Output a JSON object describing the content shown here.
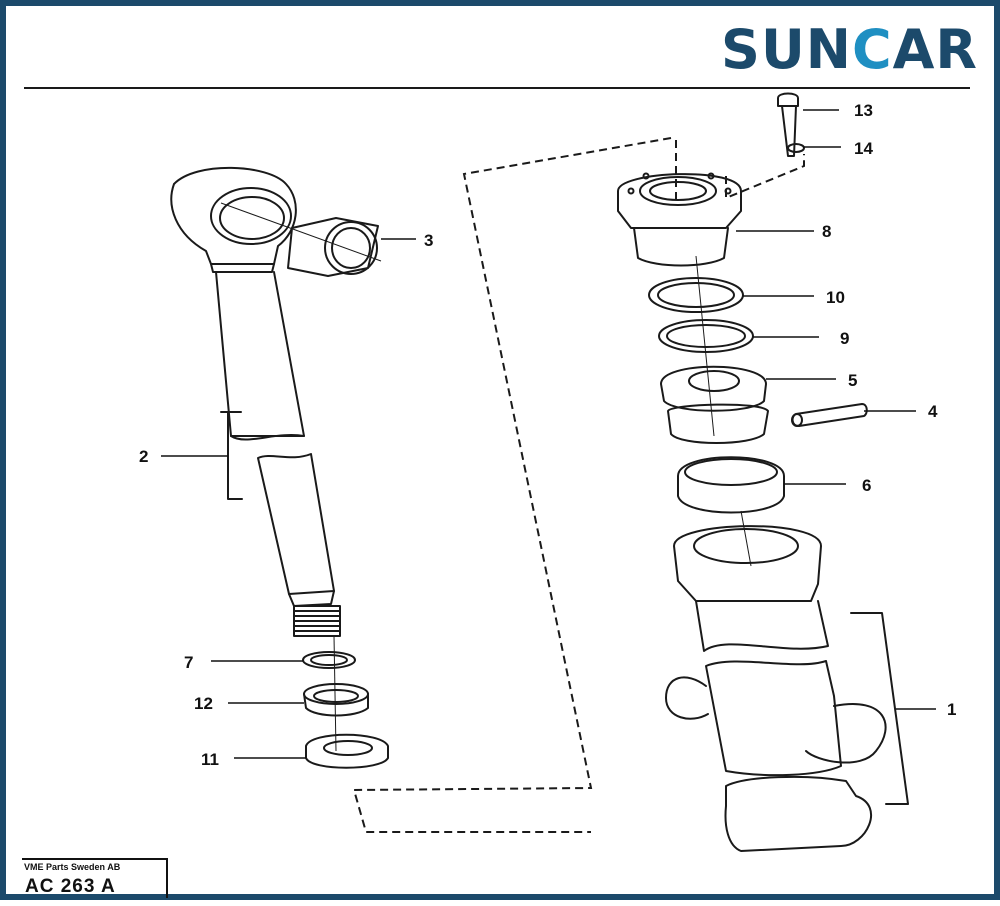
{
  "brand": {
    "logo_part1": "SUN",
    "logo_part2": "C",
    "logo_part3": "AR",
    "color_primary": "#1c4a6b",
    "color_accent": "#1f8fc2"
  },
  "callouts": [
    "1",
    "2",
    "3",
    "4",
    "5",
    "6",
    "7",
    "8",
    "9",
    "10",
    "11",
    "12",
    "13",
    "14"
  ],
  "credit": {
    "line1": "VME Parts Sweden AB",
    "code": "AC 263 A"
  }
}
